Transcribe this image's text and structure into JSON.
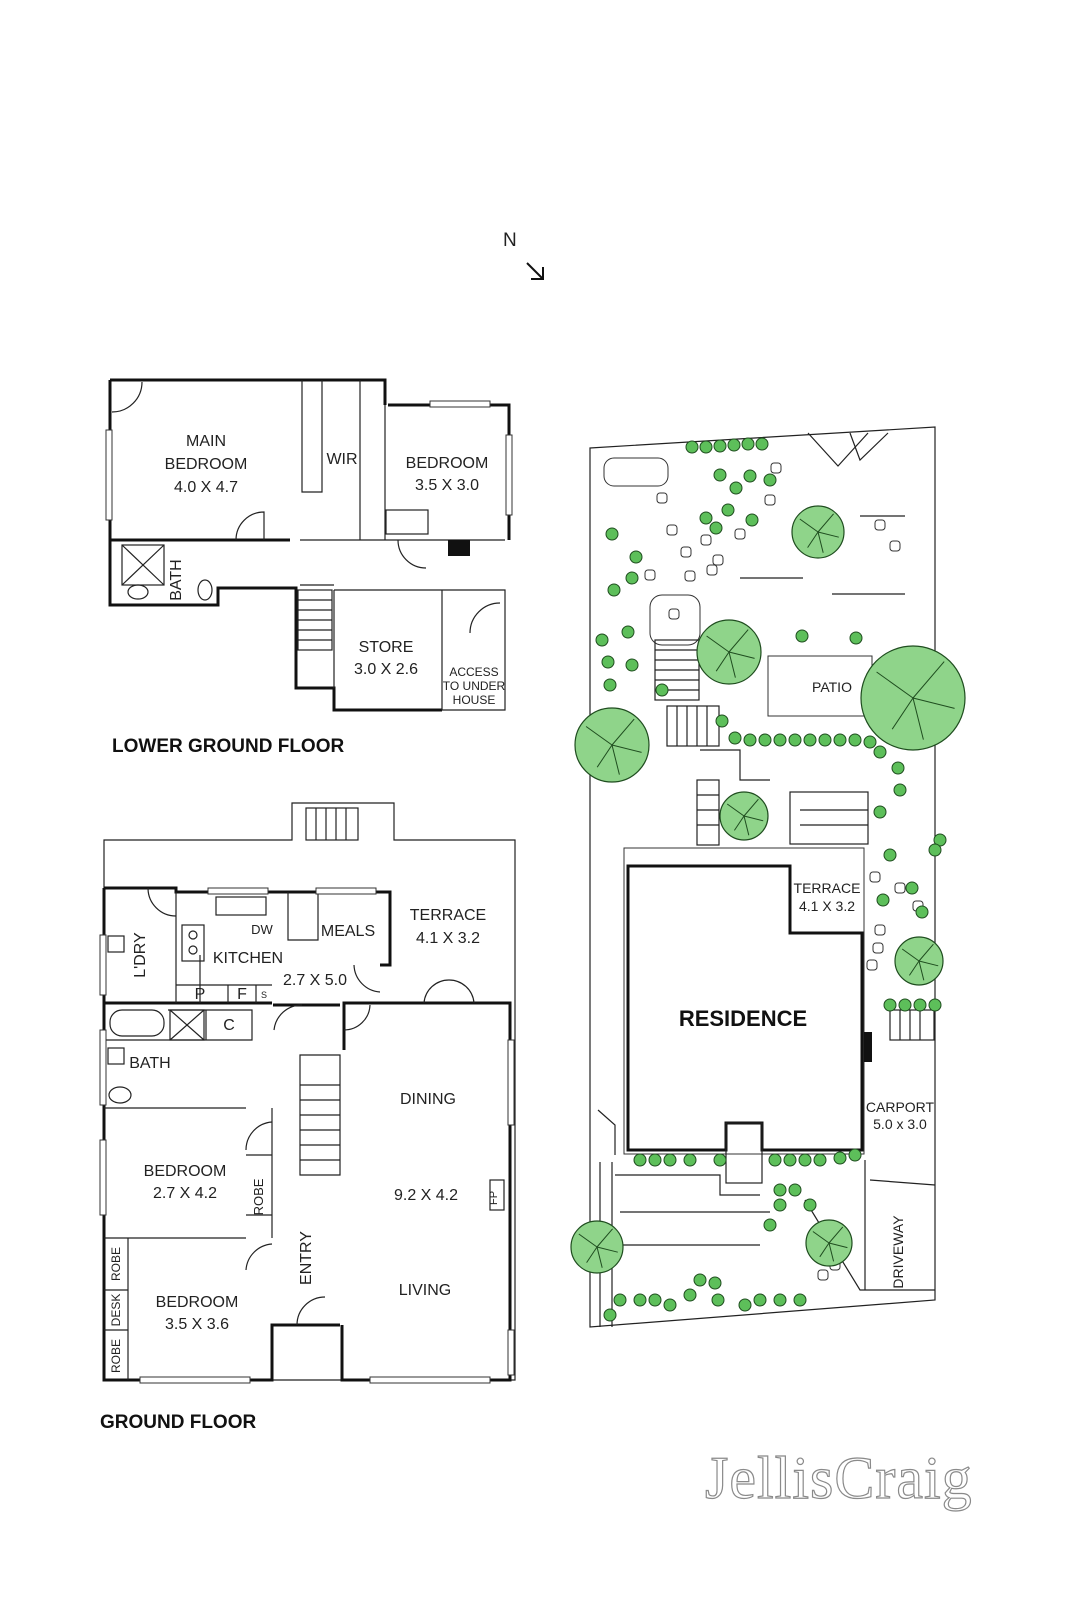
{
  "compass": {
    "label": "N"
  },
  "lower_ground": {
    "title": "LOWER GROUND FLOOR",
    "rooms": {
      "main_bedroom": {
        "line1": "MAIN",
        "line2": "BEDROOM",
        "dims": "4.0 X 4.7"
      },
      "wir": "WIR",
      "bedroom": {
        "name": "BEDROOM",
        "dims": "3.5 X 3.0"
      },
      "bath": "BATH",
      "store": {
        "name": "STORE",
        "dims": "3.0 X 2.6"
      },
      "access": {
        "line1": "ACCESS",
        "line2": "TO UNDER",
        "line3": "HOUSE"
      }
    }
  },
  "ground": {
    "title": "GROUND FLOOR",
    "rooms": {
      "ldry": "L'DRY",
      "dw": "DW",
      "meals": "MEALS",
      "kitchen": {
        "name": "KITCHEN",
        "dims": "2.7 X 5.0"
      },
      "terrace": {
        "name": "TERRACE",
        "dims": "4.1 X 3.2"
      },
      "p": "P",
      "f": "F",
      "s": "S",
      "c": "C",
      "bath": "BATH",
      "dining": "DINING",
      "living_dims": "9.2 X 4.2",
      "fp": "FP",
      "living": "LIVING",
      "entry": "ENTRY",
      "bedroom1": {
        "name": "BEDROOM",
        "dims": "2.7 X 4.2"
      },
      "robe1": "ROBE",
      "bedroom2": {
        "name": "BEDROOM",
        "dims": "3.5 X 3.6"
      },
      "robe2": "ROBE",
      "desk": "DESK",
      "robe3": "ROBE"
    }
  },
  "site": {
    "patio": "PATIO",
    "terrace": {
      "name": "TERRACE",
      "dims": "4.1 X 3.2"
    },
    "residence": "RESIDENCE",
    "carport": {
      "name": "CARPORT",
      "dims": "5.0 x 3.0"
    },
    "driveway": "DRIVEWAY"
  },
  "brand": {
    "name": "JellisCraig"
  },
  "colors": {
    "tree_fill": "#8fd48a",
    "shrub_fill": "#5dbf5a",
    "outline": "#1f4d1f",
    "wall": "#111111"
  }
}
